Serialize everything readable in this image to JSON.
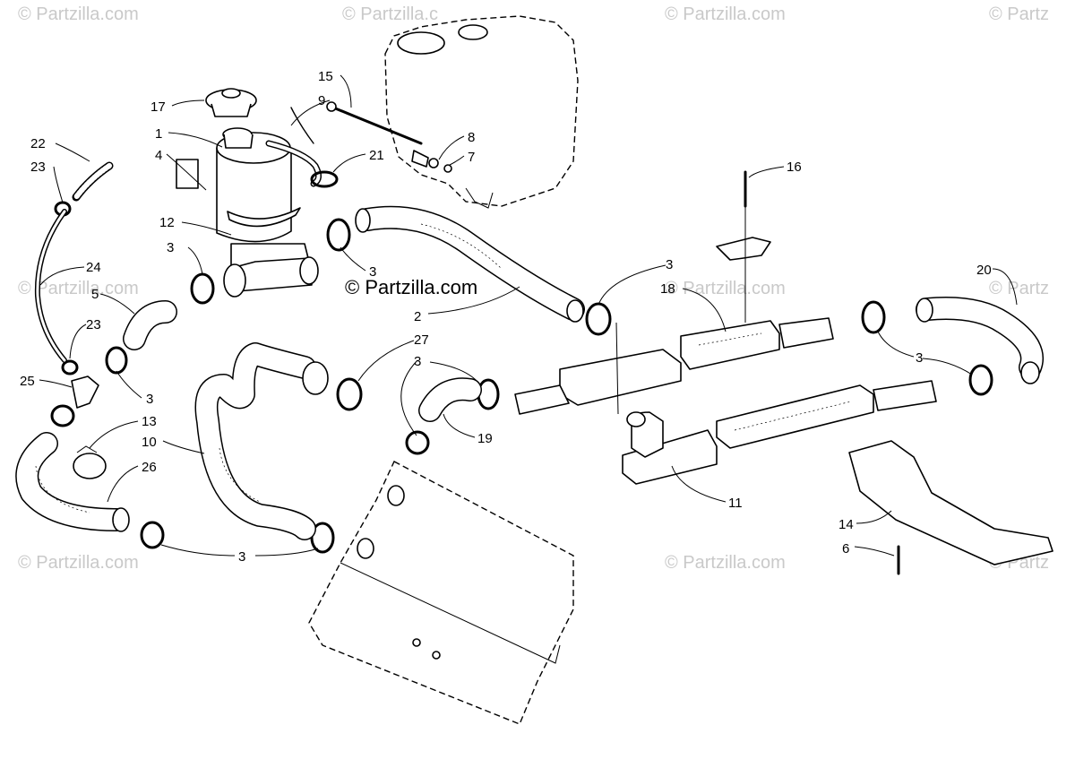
{
  "watermark": {
    "text": "© Partzilla.com",
    "text_partial": "© Partzilla.c",
    "text_edge": "© Partz",
    "center_text": "© Partzilla.com"
  },
  "callouts": {
    "c1": "1",
    "c2": "2",
    "c3a": "3",
    "c3b": "3",
    "c3c": "3",
    "c3d": "3",
    "c3e": "3",
    "c3f": "3",
    "c3g": "3",
    "c4": "4",
    "c5": "5",
    "c6": "6",
    "c7": "7",
    "c8": "8",
    "c9": "9",
    "c10": "10",
    "c11": "11",
    "c12": "12",
    "c13": "13",
    "c14": "14",
    "c15": "15",
    "c16": "16",
    "c17": "17",
    "c18": "18",
    "c19": "19",
    "c20": "20",
    "c21": "21",
    "c22": "22",
    "c23a": "23",
    "c23b": "23",
    "c24": "24",
    "c25": "25",
    "c26": "26",
    "c27": "27"
  }
}
